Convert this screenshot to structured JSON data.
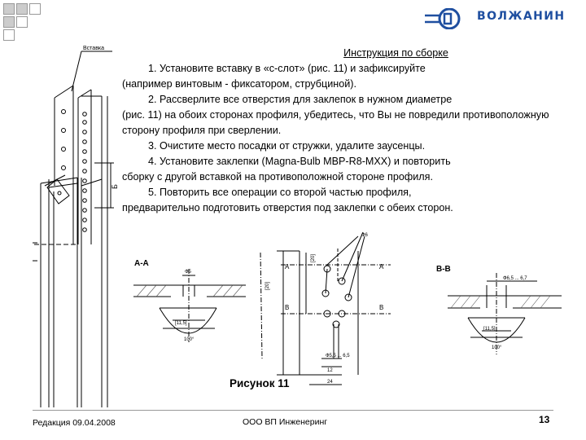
{
  "header": {
    "company_logo_text": "ВОЛЖАНИН",
    "brand_color": "#1f4fa0",
    "square_fill": "#cccccc",
    "square_border": "#999999"
  },
  "instructions": {
    "title": "Инструкция по сборке",
    "steps": [
      {
        "first": "1. Установите вставку в «с-слот» (рис. 11) и зафиксируйте",
        "rest": "(например винтовым - фиксатором, струбциной)."
      },
      {
        "first": "2. Рассверлите все отверстия для заклепок в нужном диаметре",
        "rest": "(рис. 11) на обоих сторонах профиля, убедитесь, что Вы не повредили противоположную сторону профиля при сверлении."
      },
      {
        "first": "3. Очистите место посадки от стружки, удалите заусенцы.",
        "rest": ""
      },
      {
        "first": "4. Установите заклепки (Magna-Bulb MBP-R8-MXX) и повторить",
        "rest": "сборку с другой вставкой на противоположной стороне профиля."
      },
      {
        "first": "5. Повторить все операции со второй частью профиля,",
        "rest": "предварительно подготовить отверстия под заклепки с обеих сторон."
      }
    ]
  },
  "drawing": {
    "callout_insert": "Вставка",
    "dim_b": "Б",
    "section_aa": "А-А",
    "section_bb": "В-В",
    "aa_dia": "Ф5",
    "aa_dim1": "[11,5]",
    "aa_dim2": "100°",
    "center_a": "А",
    "center_b": "В",
    "center_dim1": "[20]",
    "center_dim2": "[20]",
    "center_dia6": "Ф6",
    "center_dia_range": "Ф5,5 ... 6,5",
    "center_12": "12",
    "center_24": "24",
    "bb_dia": "Ф6,5 ... 6,7",
    "bb_dim1": "[11,5]",
    "bb_dim2": "100°"
  },
  "figure_caption": "Рисунок 11",
  "footer": {
    "edition": "Редакция 09.04.2008",
    "company": "ООО ВП Инженеринг",
    "page_number": "13"
  }
}
